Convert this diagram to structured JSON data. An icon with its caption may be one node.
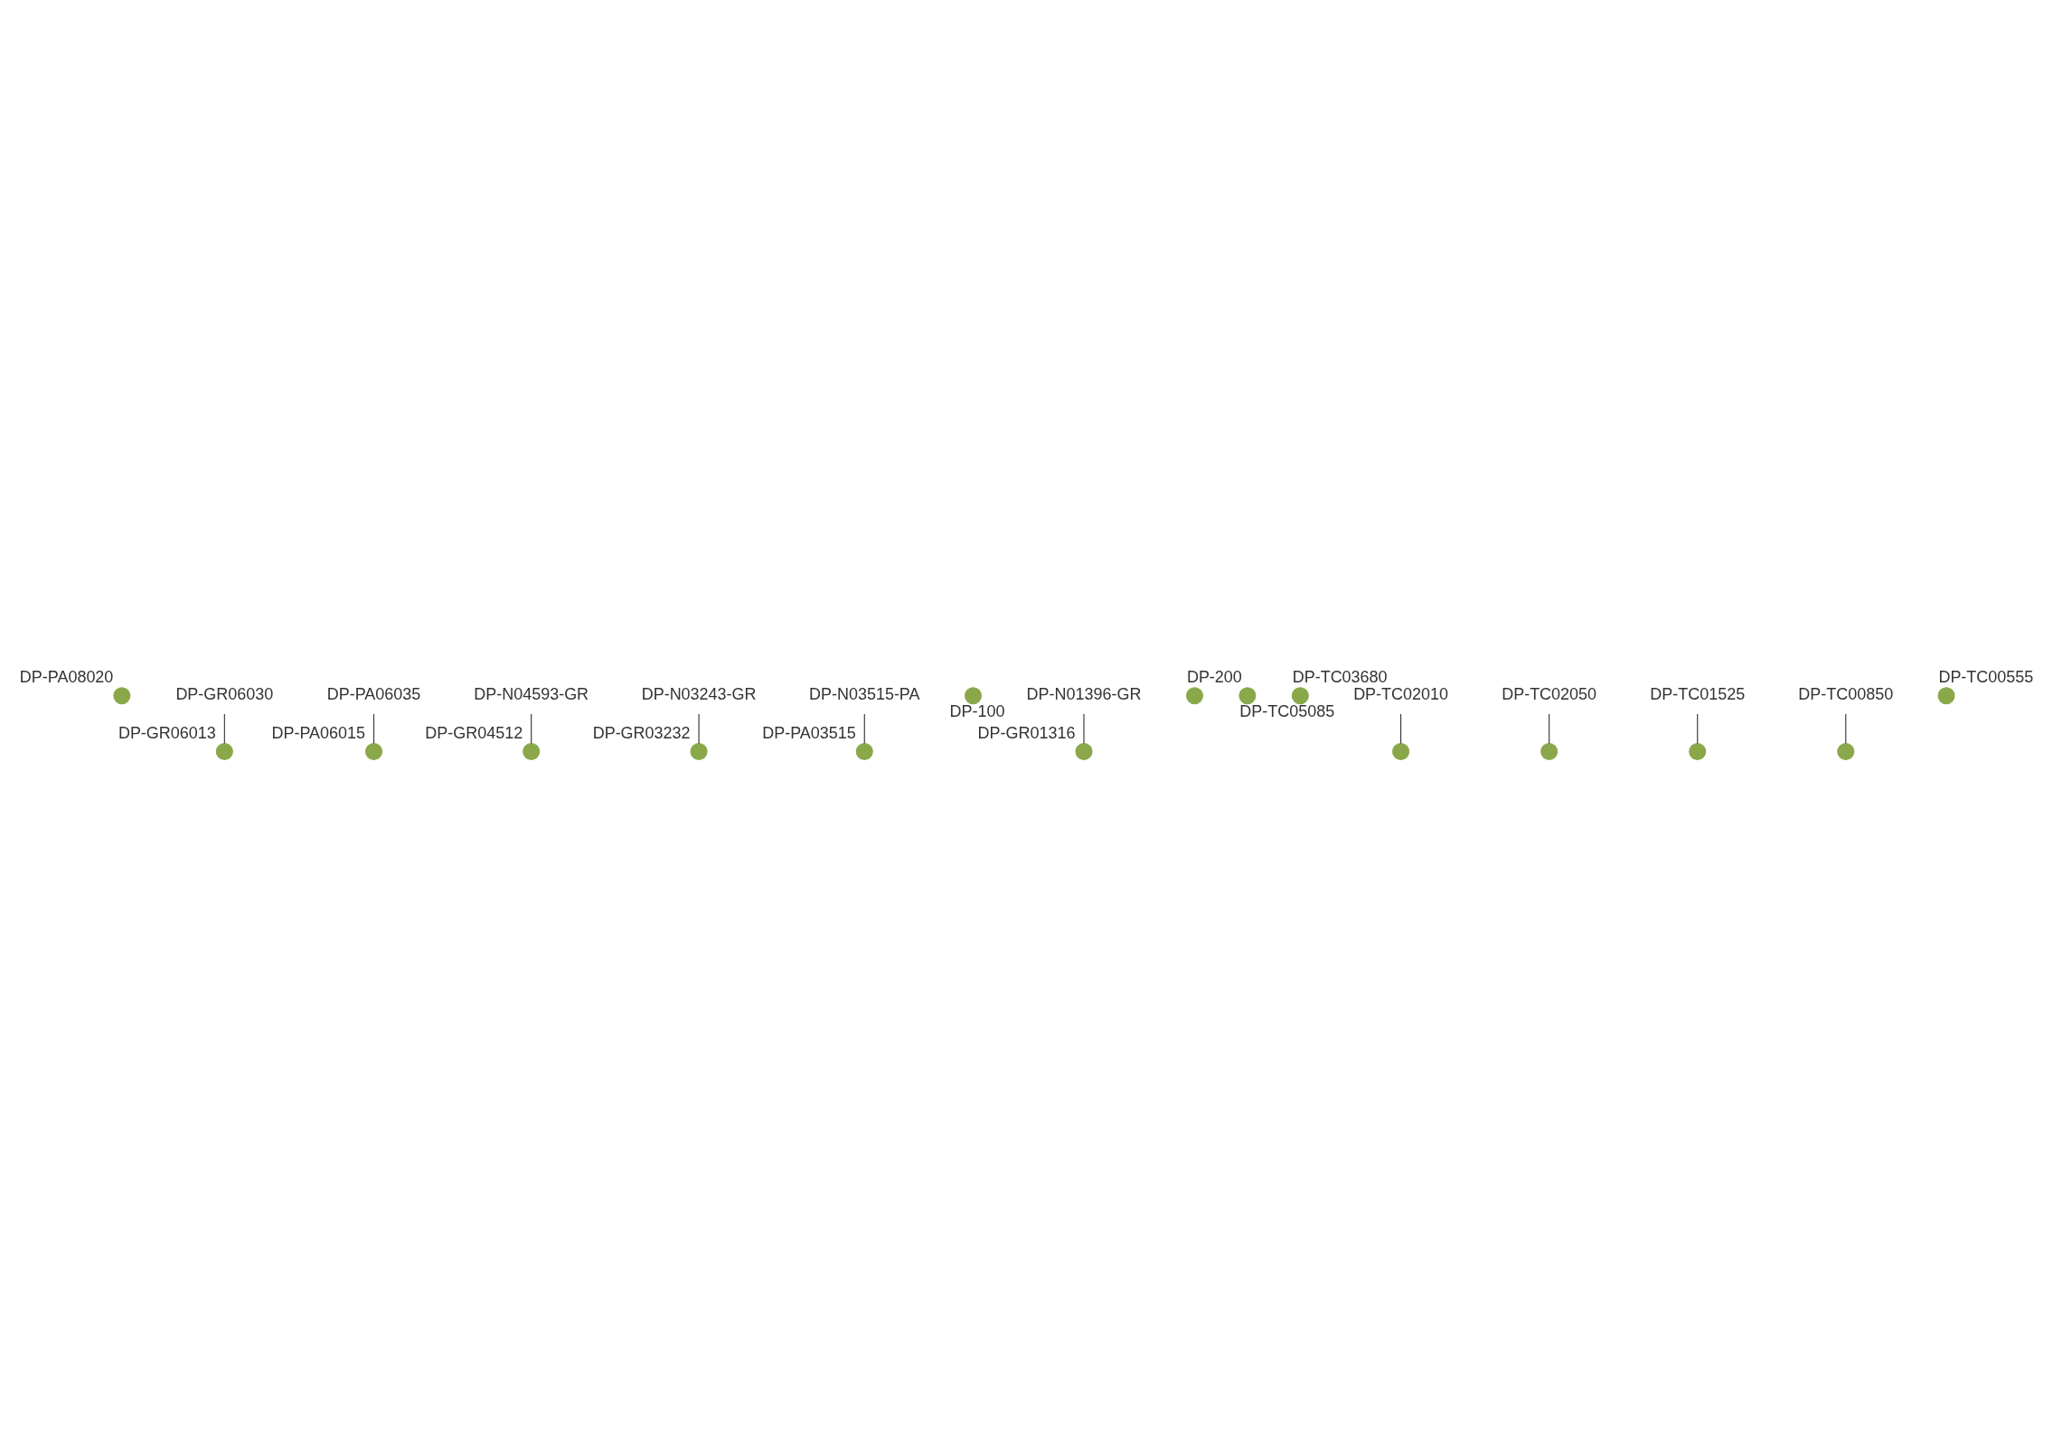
{
  "diagram": {
    "nodes": [
      {
        "text": [],
        "shape": "circle",
        "beside": [
          "DP-PA08020"
        ]
      },
      {
        "text": [
          "DP-GR06030"
        ]
      },
      {
        "text": [
          "DP-PA06035"
        ]
      },
      {
        "text": [],
        "shape": "circle",
        "beside": [
          "DP-GR06013"
        ]
      },
      {
        "text": [],
        "shape": "circle",
        "beside": [
          "DP-PA06015"
        ]
      },
      {
        "text": [
          "DP-N04593-GR"
        ]
      },
      {
        "text": [],
        "shape": "circle",
        "beside": [
          "DP-GR04512"
        ]
      },
      {
        "text": [
          "DP-N03243-GR"
        ]
      },
      {
        "text": [
          "DP-N03515-PA"
        ]
      },
      {
        "text": [],
        "shape": "circle",
        "beside": [
          "DP-PA03515"
        ]
      },
      {
        "text": [],
        "shape": "circle",
        "beside": [
          "DP-GR03232"
        ]
      },
      {
        "text": [],
        "shape": "circle",
        "beside": [
          "DP-100"
        ]
      },
      {
        "text": [
          "DP-N01396-GR"
        ]
      },
      {
        "text": [],
        "shape": "circle",
        "beside": [
          "DP-GR01316"
        ]
      },
      {
        "text": [],
        "shape": "circle",
        "beside": [
          "DP-200"
        ]
      },
      {
        "text": [],
        "shape": "circle",
        "beside": [
          "DP-TC05085"
        ]
      },
      {
        "text": [],
        "shape": "circle",
        "beside": [
          "DP-TC03680"
        ]
      },
      {
        "text": [
          "DP-TC02010"
        ]
      },
      {
        "text": [],
        "shape": "circle"
      },
      {
        "text": [],
        "shape": "circle"
      },
      {
        "text": [],
        "shape": "circle"
      },
      {
        "text": [
          "DP-TC01525"
        ]
      },
      {
        "text": [
          "DP-TC02050"
        ]
      },
      {
        "text": [],
        "shape": "circle"
      },
      {
        "text": [],
        "shape": "circle",
        "beside": [
          "DP-TC00555"
        ]
      },
      {
        "text": [
          "DP-TC00850"
        ]
      }
    ],
    "edges": [
      {
        "from": 1,
        "to": 3,
        "arrow": "none"
      },
      {
        "from": 2,
        "to": 4,
        "arrow": "none"
      },
      {
        "from": 5,
        "to": 6,
        "arrow": "none"
      },
      {
        "from": 7,
        "to": 10,
        "arrow": "none"
      },
      {
        "from": 8,
        "to": 9,
        "arrow": "none"
      },
      {
        "from": 12,
        "to": 13,
        "arrow": "none"
      },
      {
        "from": 17,
        "to": 18,
        "arrow": "none"
      },
      {
        "from": 22,
        "to": 19,
        "arrow": "none"
      },
      {
        "from": 21,
        "to": 20,
        "arrow": "none"
      },
      {
        "from": 25,
        "to": 23,
        "arrow": "none"
      }
    ]
  }
}
